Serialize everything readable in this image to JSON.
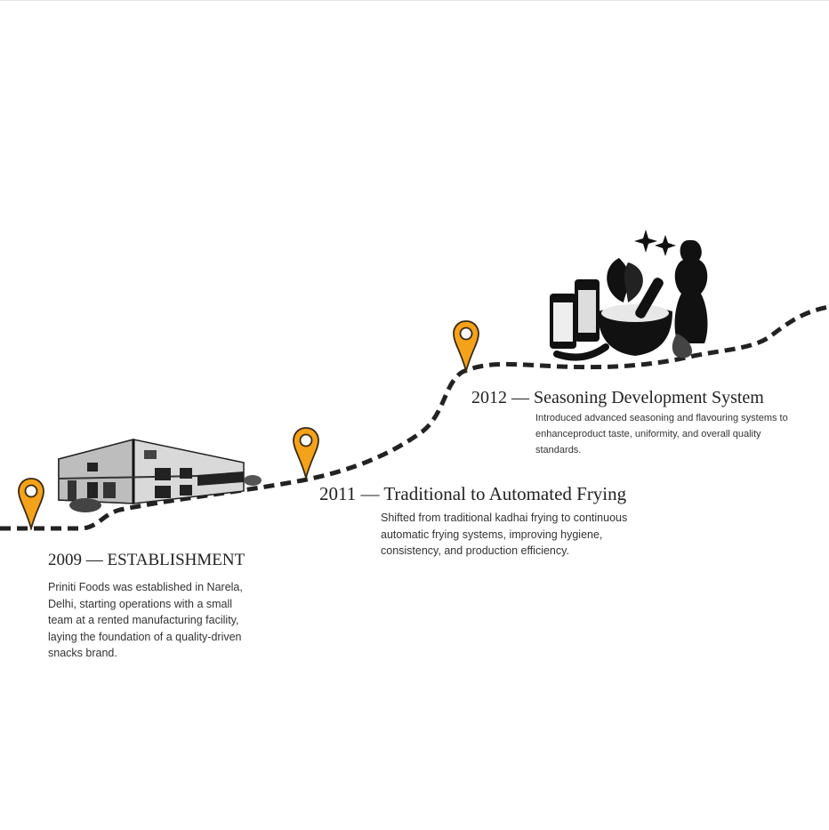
{
  "timeline": {
    "milestones": [
      {
        "year": "2009",
        "separator": "—",
        "heading": "2009 — ESTABLISHMENT",
        "description": "Priniti Foods was established in Narela, Delhi, starting operations with a small team at a rented manufacturing facility, laying the foundation of a quality-driven snacks brand.",
        "illustration": "factory-building"
      },
      {
        "year": "2011",
        "separator": "—",
        "heading": "2011 — Traditional to Automated Frying",
        "description": "Shifted from traditional kadhai frying to continuous automatic frying systems, improving hygiene, consistency, and production efficiency."
      },
      {
        "year": "2012",
        "separator": "—",
        "heading": "2012 — Seasoning Development System",
        "description": "Introduced advanced seasoning and flavouring systems to enhanceproduct taste, uniformity, and overall quality standards.",
        "illustration": "spices-mortar-pestle"
      }
    ],
    "colors": {
      "pin": "#f5a21b",
      "pin_outline": "#3a2a10",
      "path": "#222222",
      "text": "#222222"
    },
    "icons": [
      "map-pin-icon",
      "factory-icon",
      "spices-icon"
    ]
  }
}
